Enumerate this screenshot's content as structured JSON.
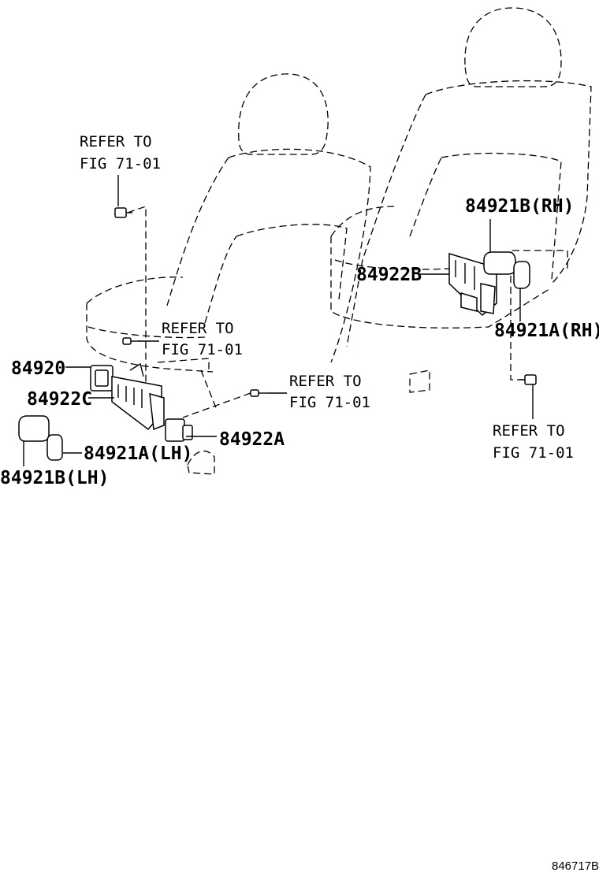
{
  "labels": {
    "refer_top_left_1": "REFER TO",
    "refer_top_left_2": "FIG 71-01",
    "refer_mid_left_1": "REFER TO",
    "refer_mid_left_2": "FIG 71-01",
    "refer_mid_center_1": "REFER TO",
    "refer_mid_center_2": "FIG 71-01",
    "refer_right_1": "REFER TO",
    "refer_right_2": "FIG 71-01"
  },
  "parts": {
    "p84920": "84920",
    "p84922C": "84922C",
    "p84921A_LH": "84921A(LH)",
    "p84921B_LH": "84921B(LH)",
    "p84922A": "84922A",
    "p84922B": "84922B",
    "p84921B_RH": "84921B(RH)",
    "p84921A_RH": "84921A(RH)"
  },
  "figure_code": "846717B"
}
